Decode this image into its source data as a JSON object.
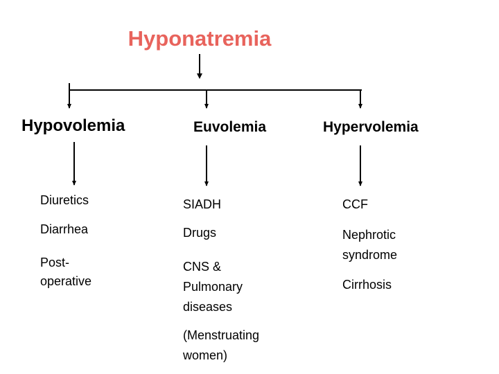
{
  "diagram": {
    "title": "Hyponatremia",
    "title_color": "#e8635c",
    "line_color": "#000000",
    "background": "#ffffff",
    "branches": [
      {
        "heading": "Hypovolemia",
        "causes": [
          "Diuretics",
          "Diarrhea",
          "Post-\noperative"
        ]
      },
      {
        "heading": "Euvolemia",
        "causes": [
          "SIADH",
          "Drugs",
          "CNS &\nPulmonary\ndiseases",
          "(Menstruating\nwomen)"
        ]
      },
      {
        "heading": "Hypervolemia",
        "causes": [
          "CCF",
          "Nephrotic\nsyndrome",
          "Cirrhosis"
        ]
      }
    ]
  }
}
